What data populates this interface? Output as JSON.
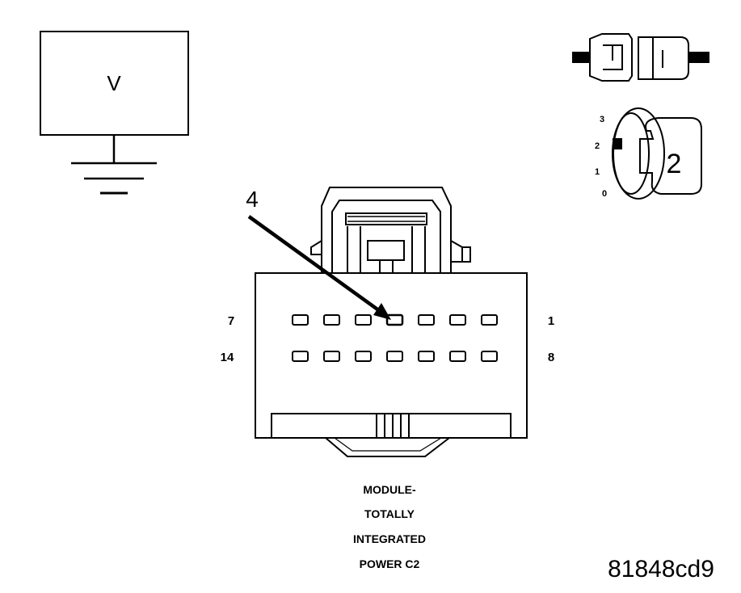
{
  "voltmeter": {
    "label": "V"
  },
  "key_switch": {
    "positions": [
      "3",
      "2",
      "1",
      "0"
    ],
    "selected": "2"
  },
  "callout": {
    "label": "4"
  },
  "connector": {
    "pin_labels": {
      "top_left": "7",
      "top_right": "1",
      "bottom_left": "14",
      "bottom_right": "8"
    },
    "cavities_per_row": 7,
    "highlighted_pin": 4
  },
  "caption": {
    "lines": [
      "MODULE-",
      "TOTALLY",
      "INTEGRATED",
      "POWER C2"
    ]
  },
  "figure_id": "81848cd9"
}
